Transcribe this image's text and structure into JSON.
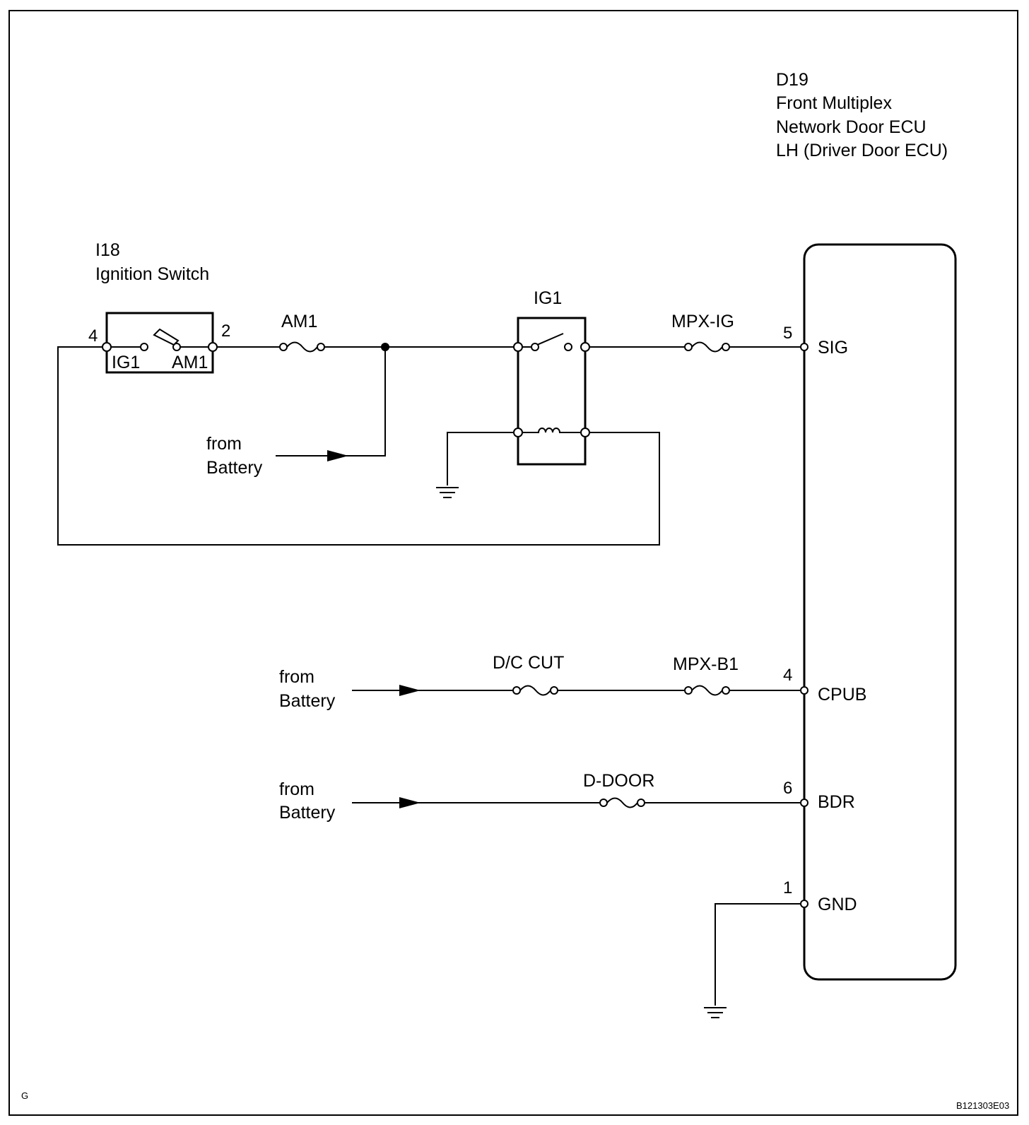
{
  "ecu": {
    "code": "D19",
    "name_line1": "Front Multiplex",
    "name_line2": "Network Door ECU",
    "name_line3": "LH (Driver Door ECU)",
    "pins": [
      {
        "number": "5",
        "label": "SIG"
      },
      {
        "number": "4",
        "label": "CPUB"
      },
      {
        "number": "6",
        "label": "BDR"
      },
      {
        "number": "1",
        "label": "GND"
      }
    ]
  },
  "ignition_switch": {
    "code": "I18",
    "name": "Ignition Switch",
    "pin_left": "4",
    "pin_right": "2",
    "contact_left": "IG1",
    "contact_right": "AM1"
  },
  "relay": {
    "label": "IG1"
  },
  "fuses": {
    "am1": "AM1",
    "mpx_ig": "MPX-IG",
    "dc_cut": "D/C CUT",
    "mpx_b1": "MPX-B1",
    "d_door": "D-DOOR"
  },
  "sources": [
    {
      "line1": "from",
      "line2": "Battery"
    },
    {
      "line1": "from",
      "line2": "Battery"
    },
    {
      "line1": "from",
      "line2": "Battery"
    }
  ],
  "footer": {
    "left_mark": "G",
    "figure_id": "B121303E03"
  }
}
